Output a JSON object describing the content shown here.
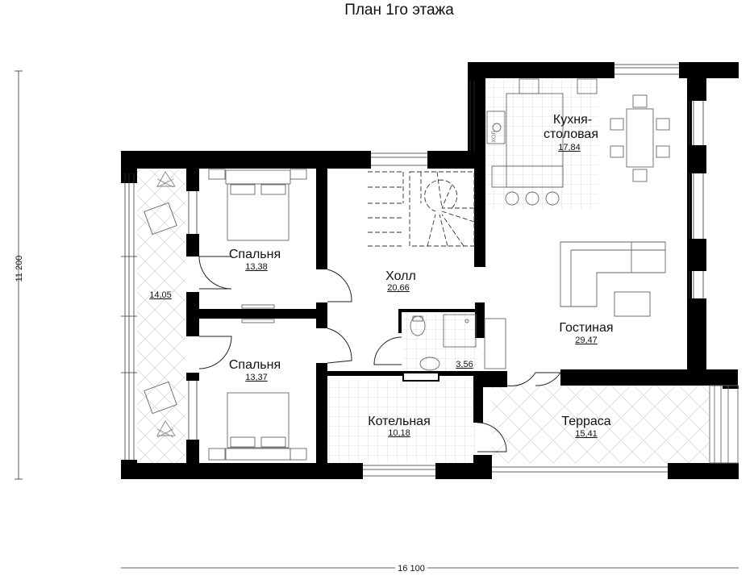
{
  "title": "План 1го этажа",
  "dimensions": {
    "width": "16 100",
    "height": "11 200"
  },
  "rooms": [
    {
      "id": "kitchen",
      "name_line1": "Кухня-",
      "name_line2": "столовая",
      "area": "17,84"
    },
    {
      "id": "bedroom-1",
      "name": "Спальня",
      "area": "13,38"
    },
    {
      "id": "bedroom-2",
      "name": "Спальня",
      "area": "13,37"
    },
    {
      "id": "hall",
      "name": "Холл",
      "area": "20,66"
    },
    {
      "id": "living",
      "name": "Гостиная",
      "area": "29,47"
    },
    {
      "id": "bathroom",
      "area": "3,56"
    },
    {
      "id": "boiler",
      "name": "Котельная",
      "area": "10,18"
    },
    {
      "id": "terrace",
      "name": "Терраса",
      "area": "15,41"
    },
    {
      "id": "loggia",
      "area": "14,05"
    }
  ],
  "fixtures": {
    "fridge_label": "ХОЛ"
  },
  "colors": {
    "wall": "#000000",
    "line": "#555555",
    "tile": "#bbbbbb",
    "background": "#ffffff"
  }
}
